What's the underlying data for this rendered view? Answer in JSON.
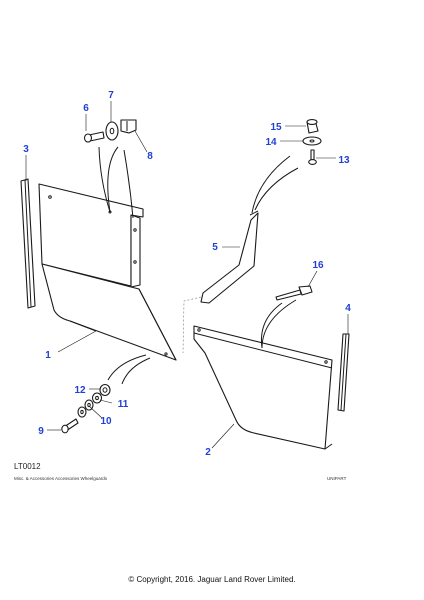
{
  "diagram": {
    "reference_code": "LT0012",
    "caption": "Misc. & Accessories Accessories Wheelguards",
    "supplier": "UNIPART",
    "copyright": "© Copyright, 2016. Jaguar Land Rover Limited.",
    "callout_color": "#1f3fd6",
    "callouts": {
      "c1": "1",
      "c2": "2",
      "c3": "3",
      "c4": "4",
      "c5": "5",
      "c6": "6",
      "c7": "7",
      "c8": "8",
      "c9": "9",
      "c10": "10",
      "c11": "11",
      "c12": "12",
      "c13": "13",
      "c14": "14",
      "c15": "15",
      "c16": "16"
    }
  }
}
